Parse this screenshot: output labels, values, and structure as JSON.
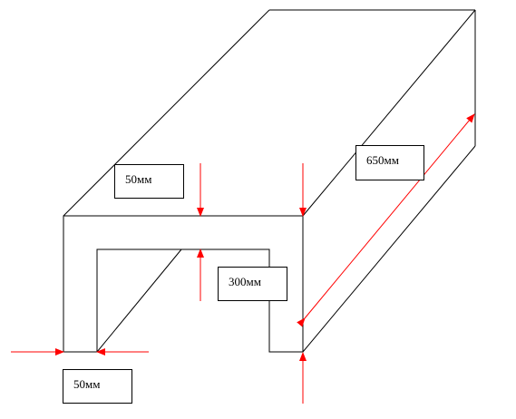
{
  "labels": {
    "top_thickness": "50мм",
    "length": "650мм",
    "inner_height": "300мм",
    "wall_thickness": "50мм"
  },
  "colors": {
    "outline": "#000000",
    "dimension": "#ff0000"
  }
}
